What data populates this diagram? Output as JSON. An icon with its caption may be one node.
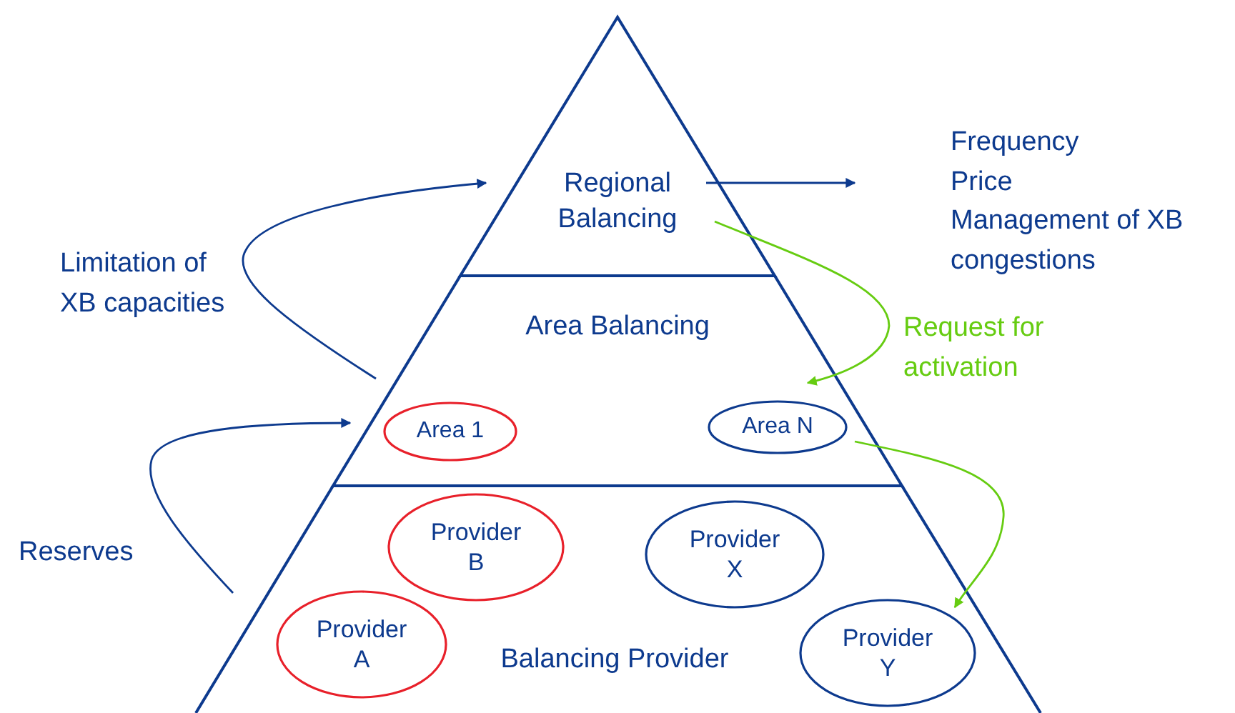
{
  "diagram": {
    "nodes": [
      {
        "text": [
          "Regional Balancing"
        ]
      },
      {
        "text": [
          "Frequency",
          "Price",
          "Management of XB congestions"
        ]
      },
      {
        "text": [
          "Area Balancing"
        ]
      },
      {
        "text": [
          "Area 1"
        ],
        "in": 2
      },
      {
        "text": [
          "Area N"
        ],
        "in": 2
      },
      {
        "text": [
          "Balancing Provider"
        ]
      },
      {
        "text": [
          "Provider B"
        ],
        "in": 5
      },
      {
        "text": [
          "Provider X"
        ],
        "in": 5
      },
      {
        "text": [
          "Provider A"
        ],
        "in": 5
      },
      {
        "text": [
          "Provider Y"
        ],
        "in": 5
      }
    ],
    "edges": [
      {
        "from": null,
        "to": 0,
        "arrow": "to",
        "label": "Limitation of XB capacities"
      },
      {
        "from": null,
        "to": 2,
        "arrow": "to",
        "label": "Reserves"
      },
      {
        "from": 0,
        "to": 1,
        "arrow": "to"
      },
      {
        "from": 0,
        "to": 4,
        "arrow": "to",
        "label": "Request for activation",
        "color": "#66cc11"
      },
      {
        "from": 4,
        "to": 9,
        "arrow": "to",
        "color": "#66cc11"
      }
    ]
  }
}
